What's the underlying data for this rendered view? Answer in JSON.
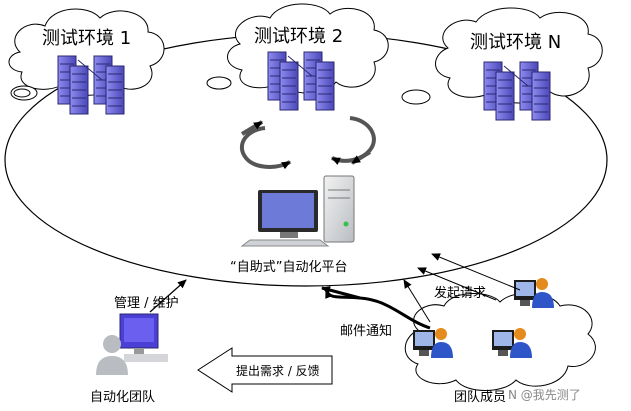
{
  "environments": [
    {
      "label": "测试环境 1"
    },
    {
      "label": "测试环境 2"
    },
    {
      "label": "测试环境 N"
    }
  ],
  "platform": {
    "label": "“自助式”自动化平台"
  },
  "automation_team": {
    "label": "自动化团队"
  },
  "team_members": {
    "label": "团队成员"
  },
  "flows": {
    "manage_maintain": "管理 / 维护",
    "email_notify": "邮件通知",
    "initiate_request": "发起请求",
    "requirements_feedback": "提出需求 / 反馈"
  },
  "watermark": "N @我先测了",
  "colors": {
    "server_purple": "#5a57c8",
    "server_dark": "#2a2870",
    "person_blue": "#2f56c9",
    "head_orange": "#e58a1c",
    "monitor_gray": "#9aa0a6",
    "arrow": "#000000"
  }
}
